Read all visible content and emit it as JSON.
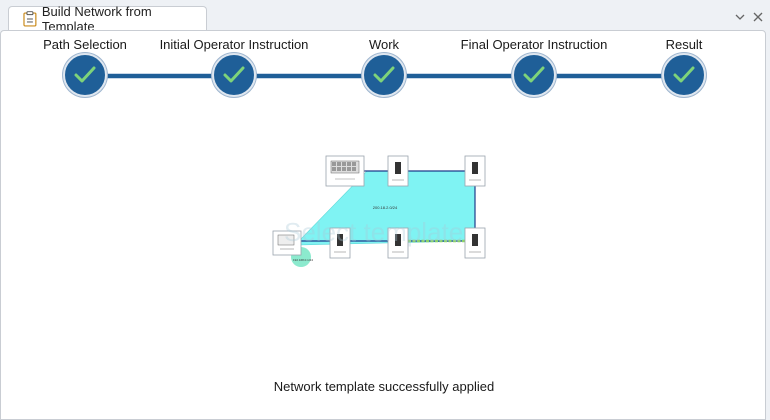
{
  "tab": {
    "title": "Build Network from Template",
    "icon": "clipboard-icon"
  },
  "window_controls": {
    "collapse_icon": "chevron-down-icon",
    "close_icon": "close-icon"
  },
  "steps": [
    {
      "label": "Path Selection",
      "status": "complete"
    },
    {
      "label": "Initial Operator Instruction",
      "status": "complete"
    },
    {
      "label": "Work",
      "status": "complete"
    },
    {
      "label": "Final Operator Instruction",
      "status": "complete"
    },
    {
      "label": "Result",
      "status": "complete"
    }
  ],
  "diagram": {
    "watermark": "Select template",
    "network_label": "200.18.2.0/24",
    "pc_label": "192.168.0.1/24"
  },
  "colors": {
    "accent": "#1f5f98",
    "check": "#7ed37a",
    "network_fill": "#7ff3f3",
    "link_green": "#8cd36a"
  },
  "status_message": "Network template successfully applied"
}
